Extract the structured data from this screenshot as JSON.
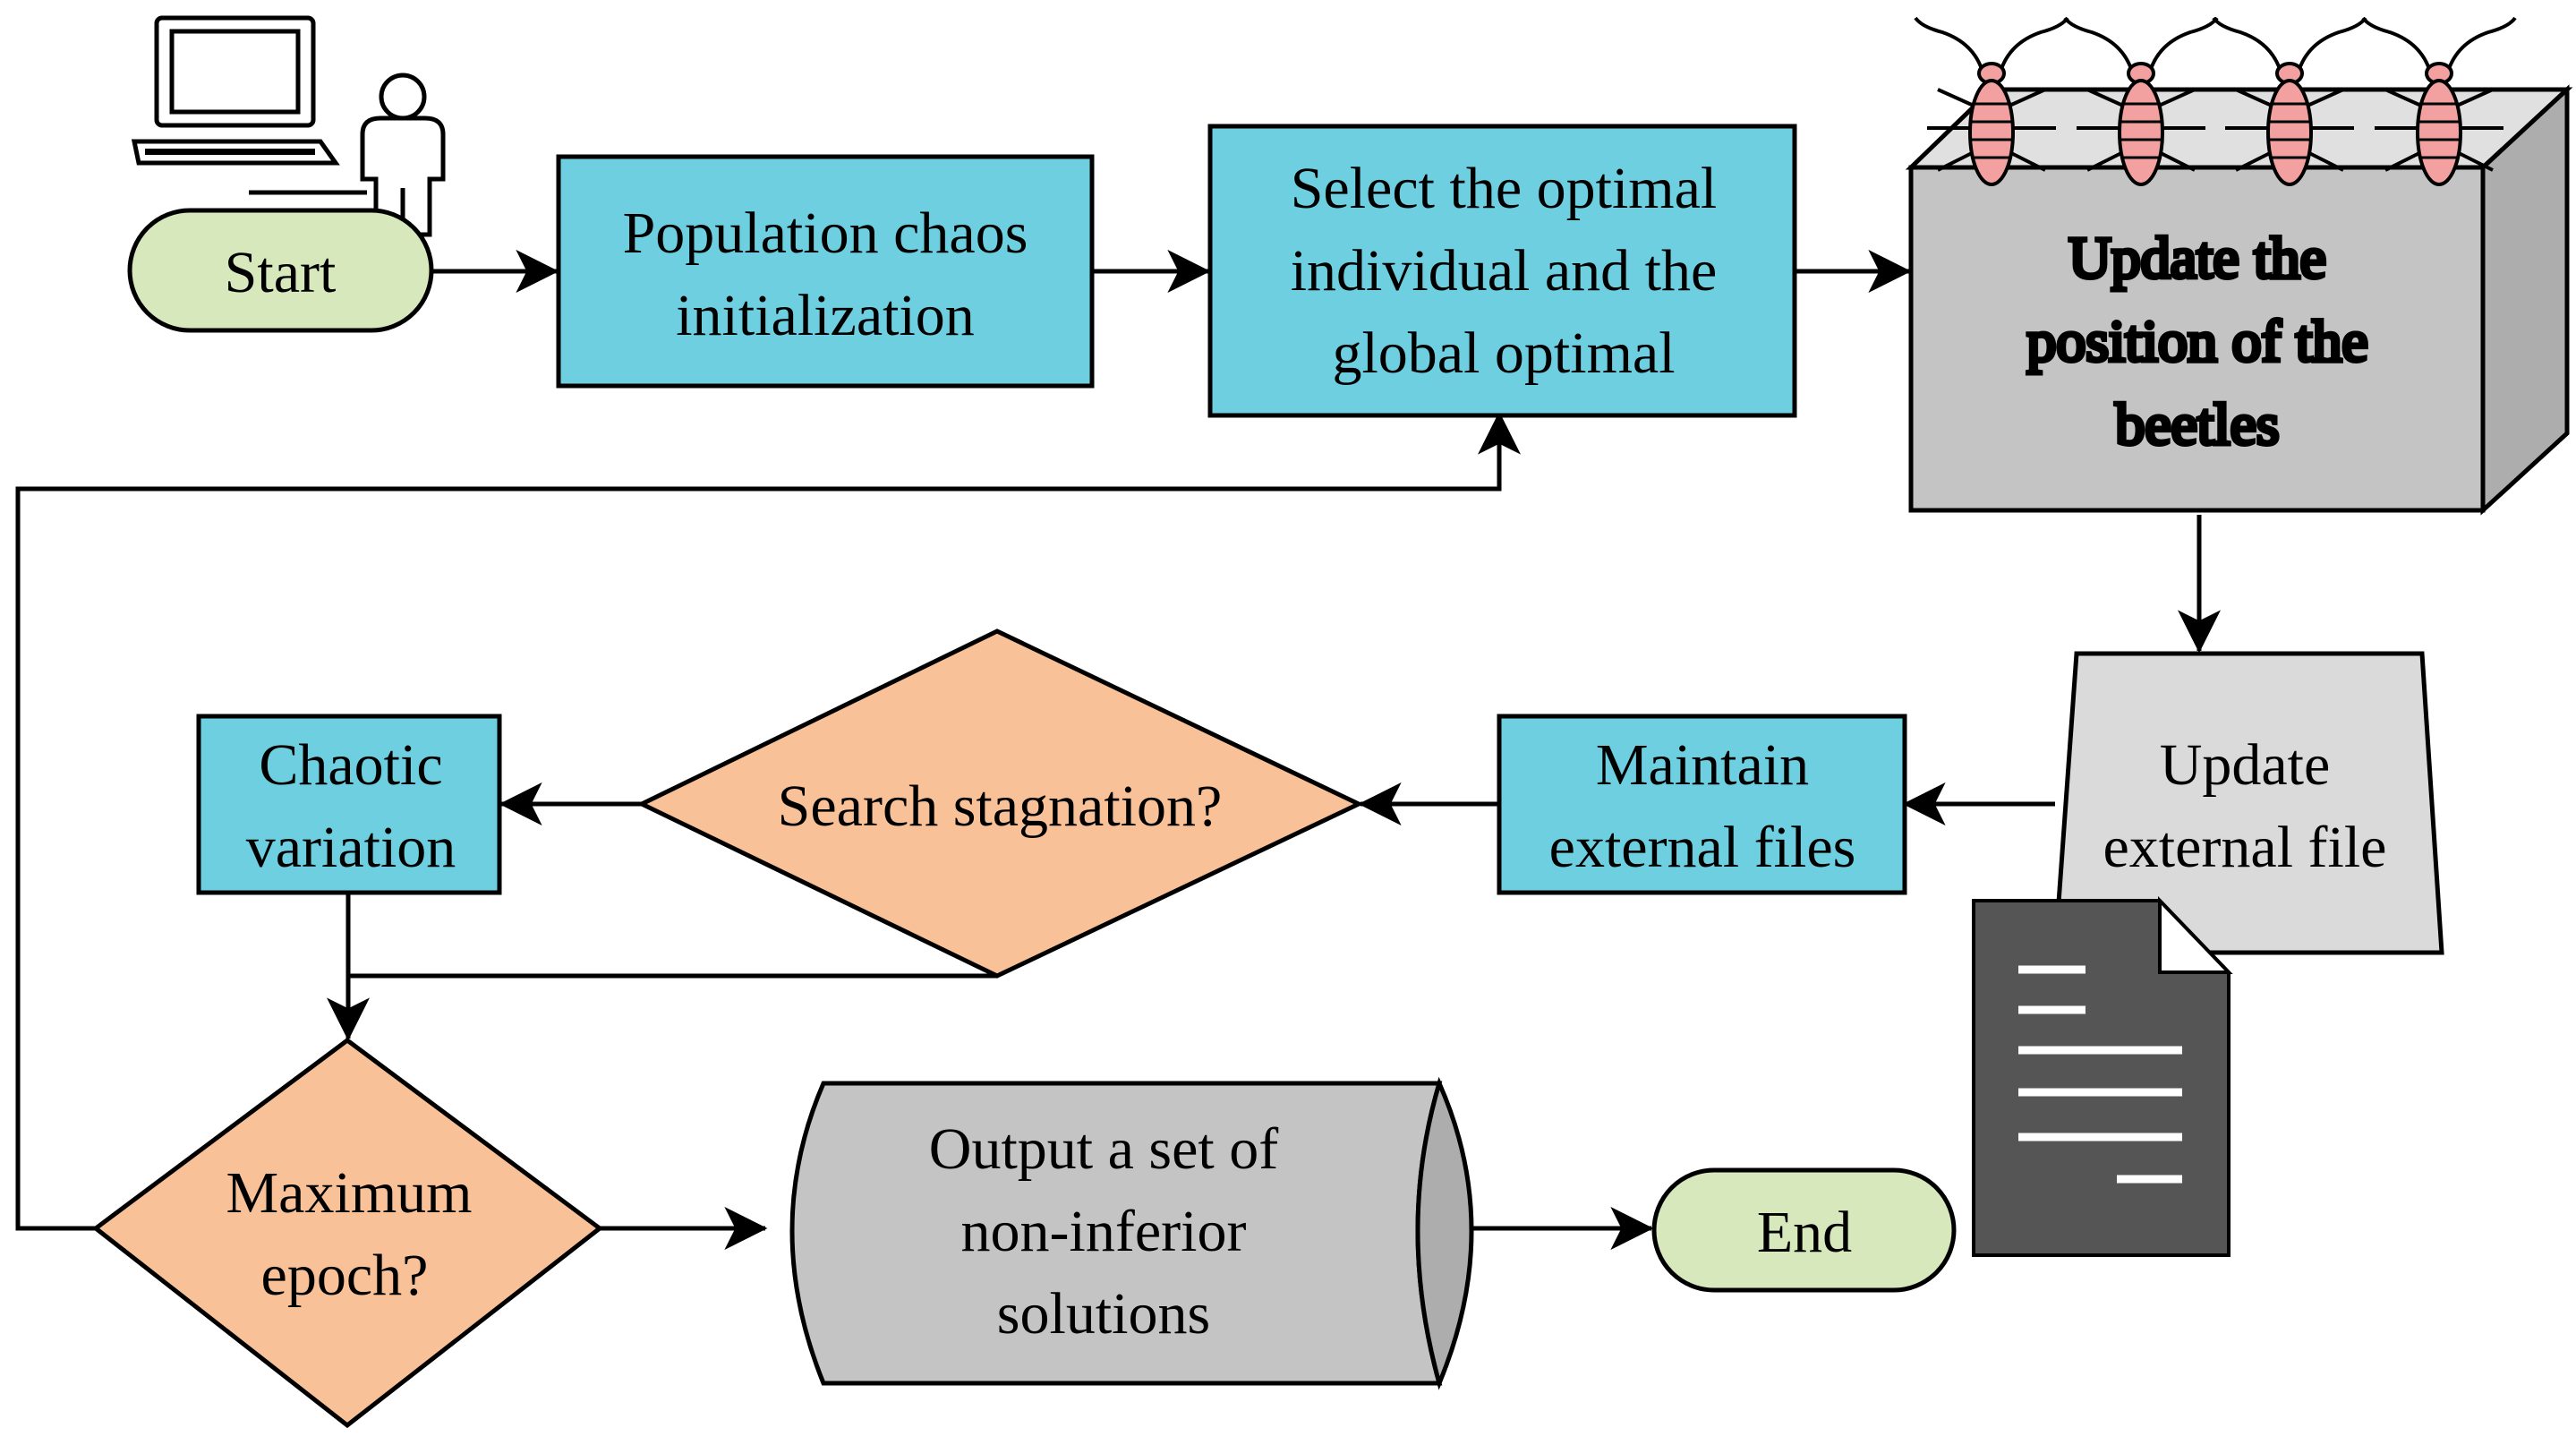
{
  "colors": {
    "process": "#6ECFE0",
    "decision": "#F9C197",
    "terminal": "#D7E8BD",
    "storage": "#C4C4C4",
    "box3d_front": "#C4C4C4",
    "box3d_top": "#E0E0E0",
    "box3d_side": "#ADADAD",
    "manual_op": "#DADADA",
    "document": "#555555",
    "beetle_body": "#F2A0A0",
    "stroke": "#000000"
  },
  "nodes": {
    "start": {
      "label": "Start"
    },
    "init": {
      "lines": [
        "Population chaos",
        "initialization"
      ]
    },
    "select": {
      "lines": [
        "Select the optimal",
        "individual and the",
        "global optimal"
      ]
    },
    "update_pos": {
      "lines": [
        "Update the",
        "position of the",
        "beetles"
      ]
    },
    "update_ext": {
      "lines": [
        "Update",
        "external file"
      ]
    },
    "maintain": {
      "lines": [
        "Maintain",
        "external files"
      ]
    },
    "stagnation": {
      "label": "Search stagnation?"
    },
    "chaotic": {
      "lines": [
        "Chaotic",
        "variation"
      ]
    },
    "max_epoch": {
      "lines": [
        "Maximum",
        "epoch?"
      ]
    },
    "output": {
      "lines": [
        "Output a set of",
        "non-inferior",
        "solutions"
      ]
    },
    "end": {
      "label": "End"
    }
  },
  "icons": {
    "computer": "computer-user-icon",
    "beetle": "beetle-icon",
    "document": "document-icon"
  }
}
